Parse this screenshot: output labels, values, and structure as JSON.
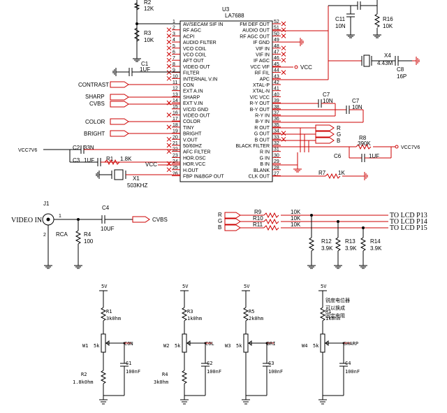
{
  "ic": {
    "ref": "U3",
    "part": "LA7688",
    "left_pins": [
      {
        "n": "1",
        "name": "AV/SECAM SIF IN"
      },
      {
        "n": "2",
        "name": "RF AGC"
      },
      {
        "n": "3",
        "name": "ACPI"
      },
      {
        "n": "4",
        "name": "AUDIO FILTER"
      },
      {
        "n": "5",
        "name": "VCO COIL"
      },
      {
        "n": "6",
        "name": "VCO COIL"
      },
      {
        "n": "7",
        "name": "AFT OUT"
      },
      {
        "n": "8",
        "name": "VIDEO OUT"
      },
      {
        "n": "9",
        "name": "FILTER"
      },
      {
        "n": "10",
        "name": "INTERNAL V.IN"
      },
      {
        "n": "11",
        "name": "CON"
      },
      {
        "n": "12",
        "name": "EXT A.IN"
      },
      {
        "n": "13",
        "name": "SHARP"
      },
      {
        "n": "14",
        "name": "EXT V.IN"
      },
      {
        "n": "15",
        "name": "V/C/D GND"
      },
      {
        "n": "16",
        "name": "VIDEO OUT"
      },
      {
        "n": "17",
        "name": "COLOR"
      },
      {
        "n": "18",
        "name": "TINY"
      },
      {
        "n": "19",
        "name": "BRIGHT"
      },
      {
        "n": "20",
        "name": "V.OUT"
      },
      {
        "n": "21",
        "name": "50/60HZ"
      },
      {
        "n": "22",
        "name": "AFC FILTER"
      },
      {
        "n": "23",
        "name": "HOR.OSC"
      },
      {
        "n": "24",
        "name": "HOR.VCC"
      },
      {
        "n": "25",
        "name": "H.OUT"
      },
      {
        "n": "26",
        "name": "FBP IN&BGP OUT"
      }
    ],
    "right_pins": [
      {
        "n": "52",
        "name": "FM DEF OUT"
      },
      {
        "n": "51",
        "name": "AUDIO OUT"
      },
      {
        "n": "50",
        "name": "RF AGC OUT"
      },
      {
        "n": "49",
        "name": "IF GND"
      },
      {
        "n": "48",
        "name": "VIF IN"
      },
      {
        "n": "47",
        "name": "VIF IN"
      },
      {
        "n": "46",
        "name": "IF AGC"
      },
      {
        "n": "45",
        "name": "VCC VIF"
      },
      {
        "n": "44",
        "name": "RF FIL"
      },
      {
        "n": "43",
        "name": "APC"
      },
      {
        "n": "42",
        "name": "XTAL-P"
      },
      {
        "n": "41",
        "name": "XTAL-N"
      },
      {
        "n": "40",
        "name": "V/C VCC"
      },
      {
        "n": "39",
        "name": "R-Y OUT"
      },
      {
        "n": "38",
        "name": "B-Y OUT"
      },
      {
        "n": "37",
        "name": "R-Y IN"
      },
      {
        "n": "36",
        "name": "B-Y IN"
      },
      {
        "n": "35",
        "name": "R OUT"
      },
      {
        "n": "34",
        "name": "G OUT"
      },
      {
        "n": "33",
        "name": "B OUT"
      },
      {
        "n": "32",
        "name": "BLACK FILTER"
      },
      {
        "n": "31",
        "name": "R IN"
      },
      {
        "n": "30",
        "name": "G IN"
      },
      {
        "n": "29",
        "name": "B IN"
      },
      {
        "n": "28",
        "name": "BLANK"
      },
      {
        "n": "27",
        "name": "CLK OUT"
      }
    ]
  },
  "labels": {
    "r2": "R2",
    "r2v": "12K",
    "r3": "R3",
    "r3v": "10K",
    "c1": "C1",
    "c1v": "1UF",
    "c11": "C11",
    "c11v": "10N",
    "r16": "R16",
    "r16v": "10K",
    "x4": "X4",
    "x4v": "4.43M",
    "c8": "C8",
    "c8v": "16P",
    "c7a": "C7",
    "c7av": "10N",
    "c7b": "C7",
    "c7bv": "10N",
    "r8": "R8",
    "r8v": "390K",
    "c6": "C6",
    "c6v": "1UF",
    "r7": "R7",
    "r7v": "1K",
    "c2": "C2",
    "c2v": "33N",
    "c3": "C3",
    "c3v": "1UF",
    "r1": "R1",
    "r1v": "1.8K",
    "x1": "X1",
    "x1v": "503KHZ",
    "vcc": "VCC",
    "vcc7v6": "VCC7V6",
    "contrast": "CONTRAST",
    "sharp": "SHARP",
    "cvbs": "CVBS",
    "color": "COLOR",
    "bright": "BRIGHT",
    "r": "R",
    "g": "G",
    "b": "B"
  },
  "video_in": {
    "title": "VIDEO IN",
    "j1": "J1",
    "pin1": "1",
    "pin2": "2",
    "rca": "RCA",
    "r4": "R4",
    "r4v": "100",
    "c4": "C4",
    "c4v": "10UF",
    "cvbs": "CVBS"
  },
  "lcd": {
    "r": "R",
    "g": "G",
    "b": "B",
    "r9": "R9",
    "r10": "R10",
    "r11": "R11",
    "rv": "10K",
    "to_p13": "TO LCD P13",
    "to_p14": "TO LCD P14",
    "to_p15": "TO LCD P15",
    "r12": "R12",
    "r13": "R13",
    "r14": "R14",
    "rlv": "3.9K"
  },
  "pots": [
    {
      "vcc": "5V",
      "ra": "R1",
      "rav": "3k0hm",
      "w": "W1",
      "wv": "5k",
      "out": "CON",
      "rb": "R2",
      "rbv": "1.8k0hm",
      "c": "C1",
      "cv": "100nF"
    },
    {
      "vcc": "5V",
      "ra": "R3",
      "rav": "1k0hm",
      "w": "W2",
      "wv": "5k",
      "out": "COL",
      "rb": "R4",
      "rbv": "3k0hm",
      "c": "C2",
      "cv": "100nF"
    },
    {
      "vcc": "5V",
      "ra": "R5",
      "rav": "2k0hm",
      "w": "W3",
      "wv": "5k",
      "out": "BRI",
      "rb": "",
      "rbv": "",
      "c": "C3",
      "cv": "100nF"
    },
    {
      "vcc": "5V",
      "ra": "R1",
      "rav": "1k0hm",
      "w": "W4",
      "wv": "5k",
      "out": "SHARP",
      "rb": "",
      "rbv": "",
      "c": "C4",
      "cv": "100nF"
    }
  ],
  "note": [
    "锐度电位器",
    "可以换成",
    "固定电阻"
  ]
}
